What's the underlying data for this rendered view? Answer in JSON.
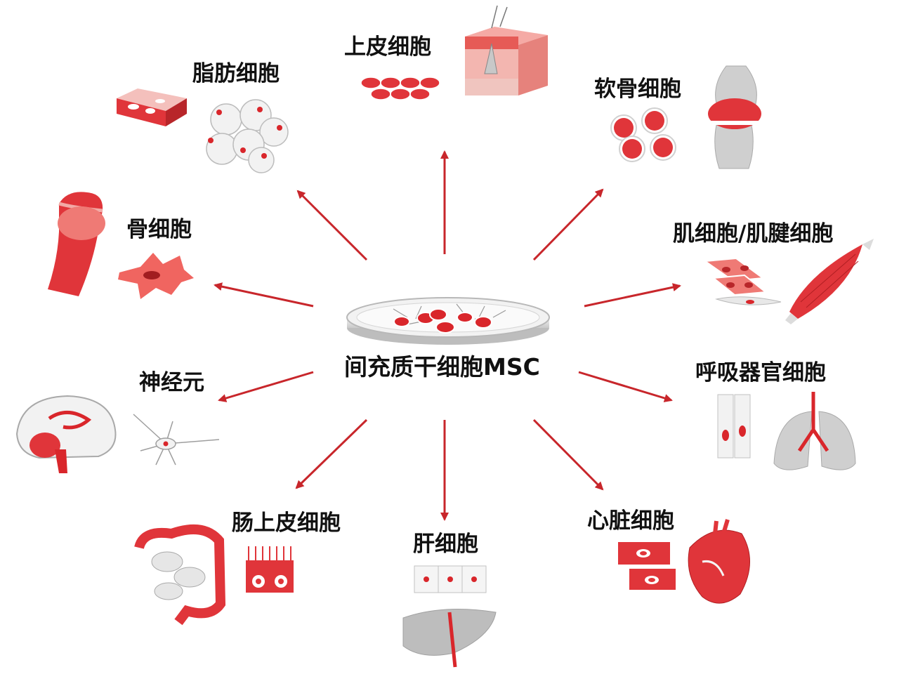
{
  "center": {
    "label": "间充质干细胞MSC"
  },
  "cells": [
    {
      "id": "epithelial",
      "label": "上皮细胞"
    },
    {
      "id": "adipocyte",
      "label": "脂肪细胞"
    },
    {
      "id": "chondrocyte",
      "label": "软骨细胞"
    },
    {
      "id": "osteocyte",
      "label": "骨细胞"
    },
    {
      "id": "muscle",
      "label": "肌细胞/肌腱细胞"
    },
    {
      "id": "neuron",
      "label": "神经元"
    },
    {
      "id": "respiratory",
      "label": "呼吸器官细胞"
    },
    {
      "id": "intestinal",
      "label": "肠上皮细胞"
    },
    {
      "id": "hepatocyte",
      "label": "肝细胞"
    },
    {
      "id": "cardiomyocyte",
      "label": "心脏细胞"
    }
  ],
  "colors": {
    "accent": "#d9262b",
    "arrow": "#c8262b",
    "gray": "#c9c9c9",
    "text": "#111111"
  }
}
